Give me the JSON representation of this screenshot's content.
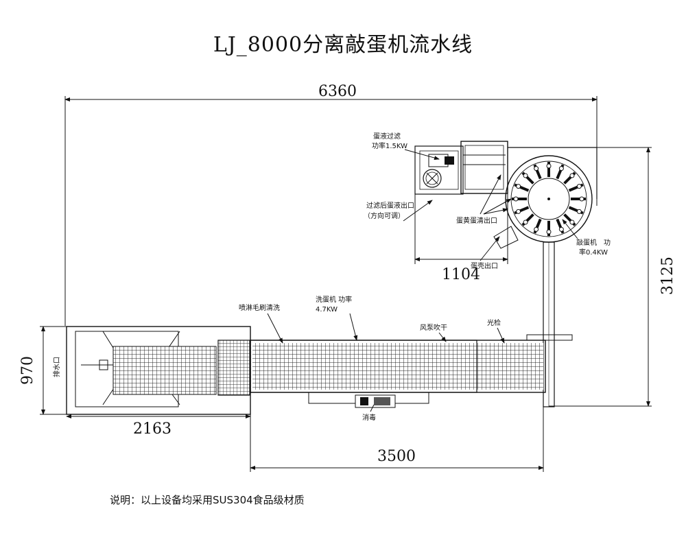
{
  "title": "LJ_8000分离敲蛋机流水线",
  "note": "说明：以上设备均采用SUS304食品级材质",
  "dimensions": {
    "total_width": "6360",
    "total_height": "3125",
    "filter_offset": "1104",
    "washer_width": "2163",
    "washer_height": "970",
    "conveyor_length": "3500"
  },
  "labels": {
    "filter_line1": "蛋液过滤",
    "filter_line2": "功率1.5KW",
    "outlet_line1": "过滤后蛋液出口",
    "outlet_line2": "（方向可调）",
    "yolk_white_outlet": "蛋黄蛋清出口",
    "shell_outlet": "蛋壳出口",
    "breaker_line1": "敲蛋机　功",
    "breaker_line2": "率0.4KW",
    "spray_brush": "喷淋毛刷清洗",
    "washer_line1": "洗蛋机  功率",
    "washer_line2": "4.7KW",
    "fan_dry": "风泵吹干",
    "candling": "光检",
    "disinfect": "消毒",
    "drain": "排水口"
  }
}
